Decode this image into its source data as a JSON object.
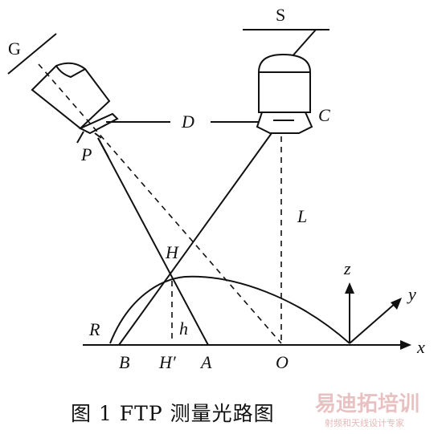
{
  "labels": {
    "G": "G",
    "S": "S",
    "D": "D",
    "C": "C",
    "P": "P",
    "L": "L",
    "H": "H",
    "z": "z",
    "y": "y",
    "x": "x",
    "R": "R",
    "h": "h",
    "B": "B",
    "H_prime": "H′",
    "A": "A",
    "O": "O"
  },
  "caption": "图 1   FTP 测量光路图",
  "watermark": {
    "main": "易迪拓培训",
    "sub": "射频和天线设计专家"
  },
  "colors": {
    "ink": "#111111",
    "watermark": "#e8c2c2"
  }
}
